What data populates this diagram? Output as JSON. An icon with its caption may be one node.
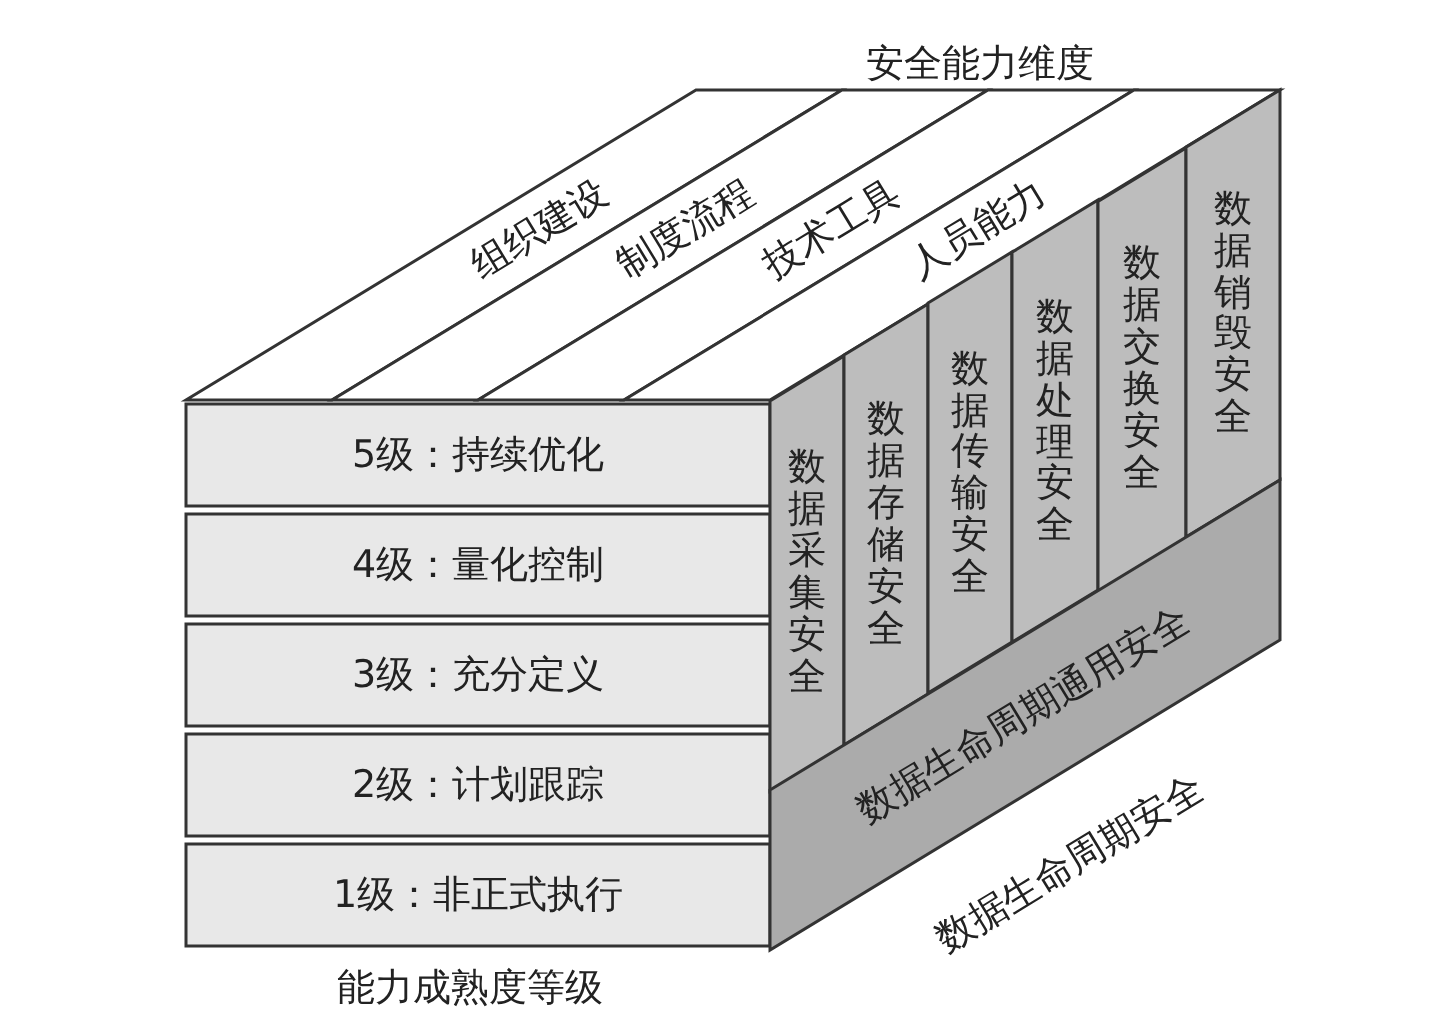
{
  "diagram": {
    "nodes": [
      {
        "text": [
          "组织建设"
        ]
      },
      {
        "text": [
          "制度流程"
        ]
      },
      {
        "text": [
          "技术工具"
        ]
      },
      {
        "text": [
          "人员能力"
        ]
      },
      {
        "text": [
          "5级：持续优化"
        ]
      },
      {
        "text": [
          "4级：量化控制"
        ]
      },
      {
        "text": [
          "3级：充分定义"
        ]
      },
      {
        "text": [
          "2级：计划跟踪"
        ]
      },
      {
        "text": [
          "1级：非正式执行"
        ]
      },
      {
        "text": [
          "数据采集安全"
        ]
      },
      {
        "text": [
          "数据存储安全"
        ]
      },
      {
        "text": [
          "数据传输安全"
        ]
      },
      {
        "text": [
          "数据处理安全"
        ]
      },
      {
        "text": [
          "数据交换安全"
        ]
      },
      {
        "text": [
          "数据销毁安全"
        ]
      },
      {
        "text": [
          "数据生命周期通用安全"
        ]
      }
    ],
    "labels": [
      "安全能力维度",
      "数据生命周期安全",
      "能力成熟度等级"
    ]
  }
}
